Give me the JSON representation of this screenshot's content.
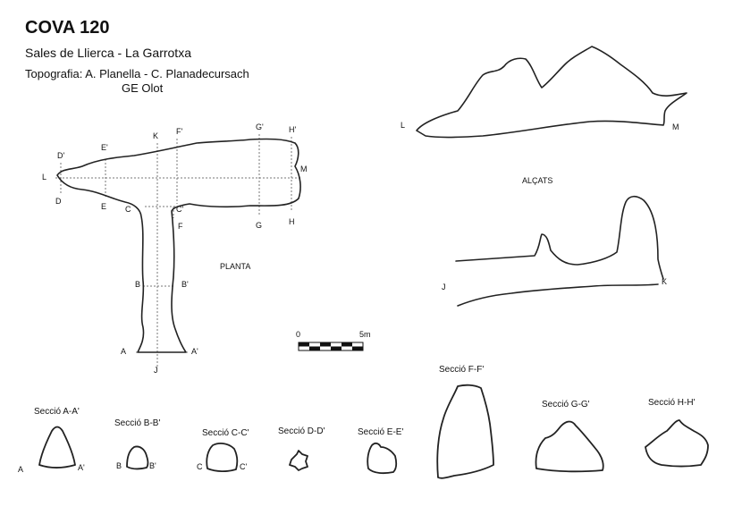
{
  "header": {
    "title": "COVA 120",
    "location": "Sales de Llierca - La Garrotxa",
    "topography": "Topografia: A. Planella - C. Planadecursach",
    "club": "GE Olot"
  },
  "plan": {
    "label": "PLANTA",
    "points": {
      "D_prime": "D'",
      "D": "D",
      "L": "L",
      "E_prime": "E'",
      "E": "E",
      "K": "K",
      "F_prime": "F'",
      "C": "C",
      "C_prime": "C'",
      "F": "F",
      "G_prime": "G'",
      "G": "G",
      "H_prime": "H'",
      "H": "H",
      "M": "M",
      "B": "B",
      "B_prime": "B'",
      "A": "A",
      "A_prime": "A'",
      "J": "J"
    }
  },
  "scale": {
    "zero": "0",
    "max": "5m"
  },
  "elevations": {
    "label": "ALÇATS",
    "L": "L",
    "M": "M",
    "J": "J",
    "K": "K"
  },
  "sections": [
    {
      "title": "Secció A-A'",
      "left": "A",
      "right": "A'"
    },
    {
      "title": "Secció B-B'",
      "left": "B",
      "right": "B'"
    },
    {
      "title": "Secció C-C'",
      "left": "C",
      "right": "C'"
    },
    {
      "title": "Secció D-D'"
    },
    {
      "title": "Secció E-E'"
    },
    {
      "title": "Secció F-F'"
    },
    {
      "title": "Secció G-G'"
    },
    {
      "title": "Secció H-H'"
    }
  ]
}
